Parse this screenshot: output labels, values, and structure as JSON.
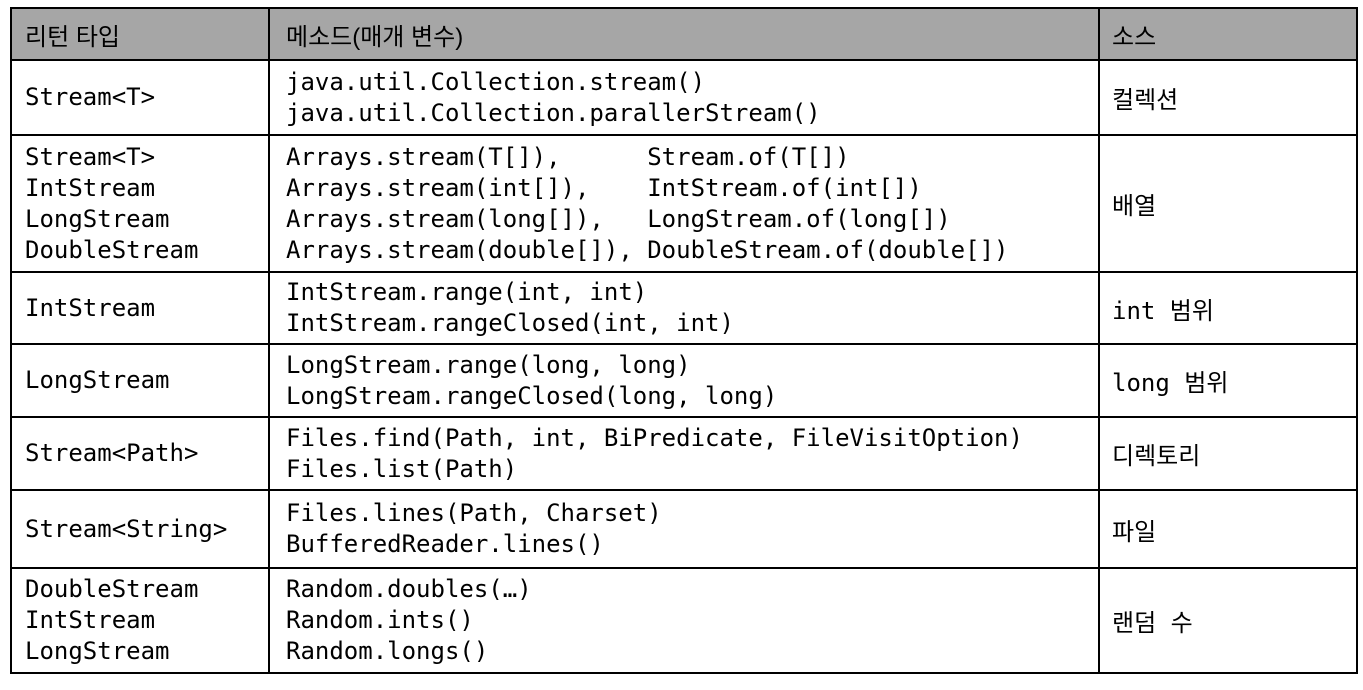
{
  "colors": {
    "header_bg": "#a6a6a6",
    "border": "#000000",
    "text": "#000000",
    "page_bg": "#ffffff"
  },
  "table": {
    "columns": [
      {
        "key": "return_type",
        "label": "리턴 타입"
      },
      {
        "key": "methods",
        "label": "메소드(매개 변수)"
      },
      {
        "key": "source",
        "label": "소스"
      }
    ],
    "rows": [
      {
        "return_type": "Stream<T>",
        "methods": "java.util.Collection.stream()\njava.util.Collection.parallerStream()",
        "source": "컬렉션"
      },
      {
        "return_type": "Stream<T>\nIntStream\nLongStream\nDoubleStream",
        "methods": "Arrays.stream(T[]),      Stream.of(T[])\nArrays.stream(int[]),    IntStream.of(int[])\nArrays.stream(long[]),   LongStream.of(long[])\nArrays.stream(double[]), DoubleStream.of(double[])",
        "source": "배열"
      },
      {
        "return_type": "IntStream",
        "methods": "IntStream.range(int, int)\nIntStream.rangeClosed(int, int)",
        "source": "int 범위"
      },
      {
        "return_type": "LongStream",
        "methods": "LongStream.range(long, long)\nLongStream.rangeClosed(long, long)",
        "source": "long 범위"
      },
      {
        "return_type": "Stream<Path>",
        "methods": "Files.find(Path, int, BiPredicate, FileVisitOption)\nFiles.list(Path)",
        "source": "디렉토리"
      },
      {
        "return_type": "Stream<String>",
        "methods": "Files.lines(Path, Charset)\nBufferedReader.lines()",
        "source": "파일"
      },
      {
        "return_type": "DoubleStream\nIntStream\nLongStream",
        "methods": "Random.doubles(…)\nRandom.ints()\nRandom.longs()",
        "source": "랜덤 수"
      }
    ]
  }
}
